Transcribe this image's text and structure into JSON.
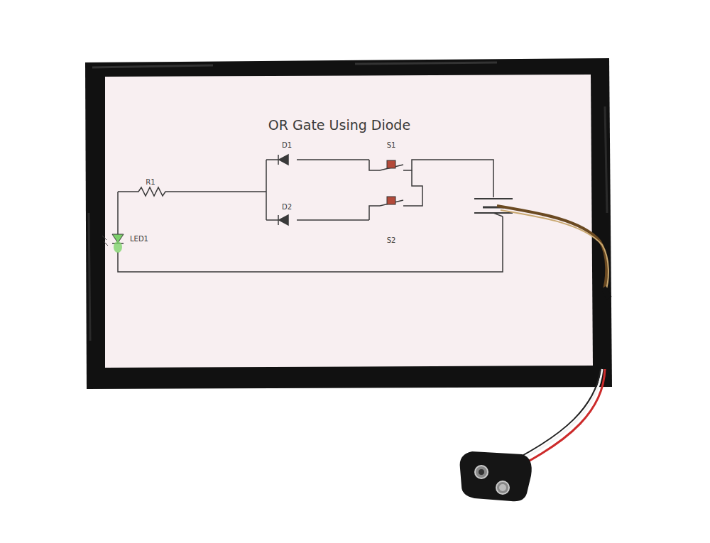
{
  "diagram": {
    "title": "OR Gate Using Diode",
    "labels": [
      "D1",
      "S1",
      "R1",
      "D2",
      "LED1",
      "S2"
    ]
  }
}
